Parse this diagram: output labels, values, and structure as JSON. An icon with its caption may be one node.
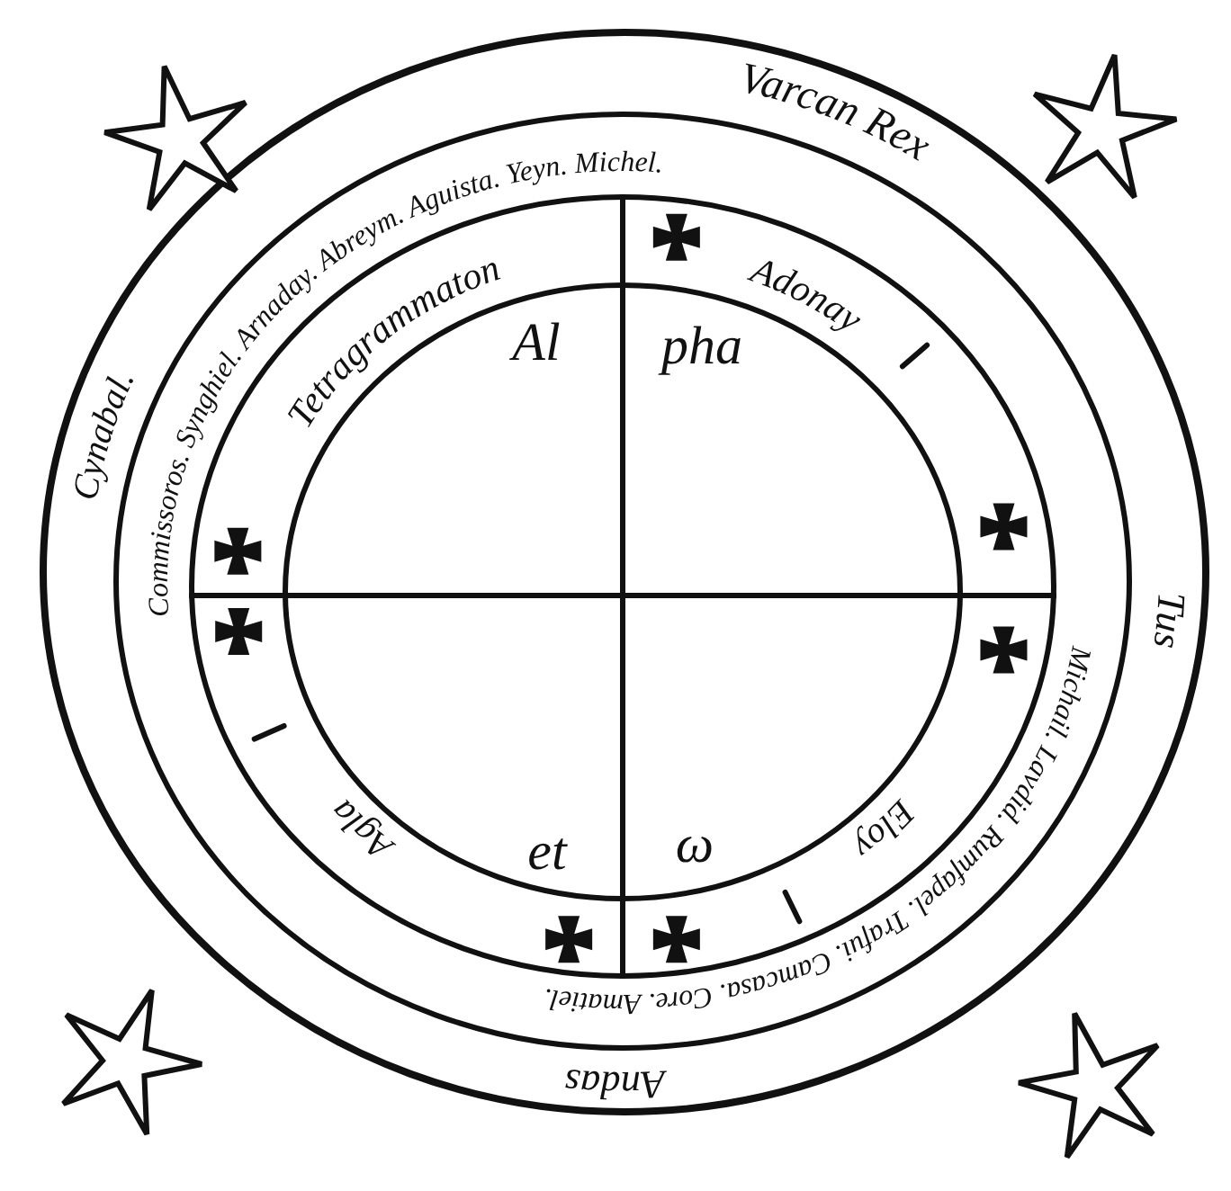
{
  "diagram": {
    "labels": [
      "Varcan Rex",
      "Commissoros. Synghiel. Arnaday. Abreym. Aguista. Yeyn. Michel.",
      "Tetragrammaton",
      "Adonay",
      "Al",
      "pha",
      "Cynabal.",
      "Tus",
      "Michail. Lavdid. Rumfapel. Trafui. Camcasa. Core. Amatiel.",
      "Eloy",
      "Agla",
      "et",
      "ω",
      "Andas"
    ]
  }
}
